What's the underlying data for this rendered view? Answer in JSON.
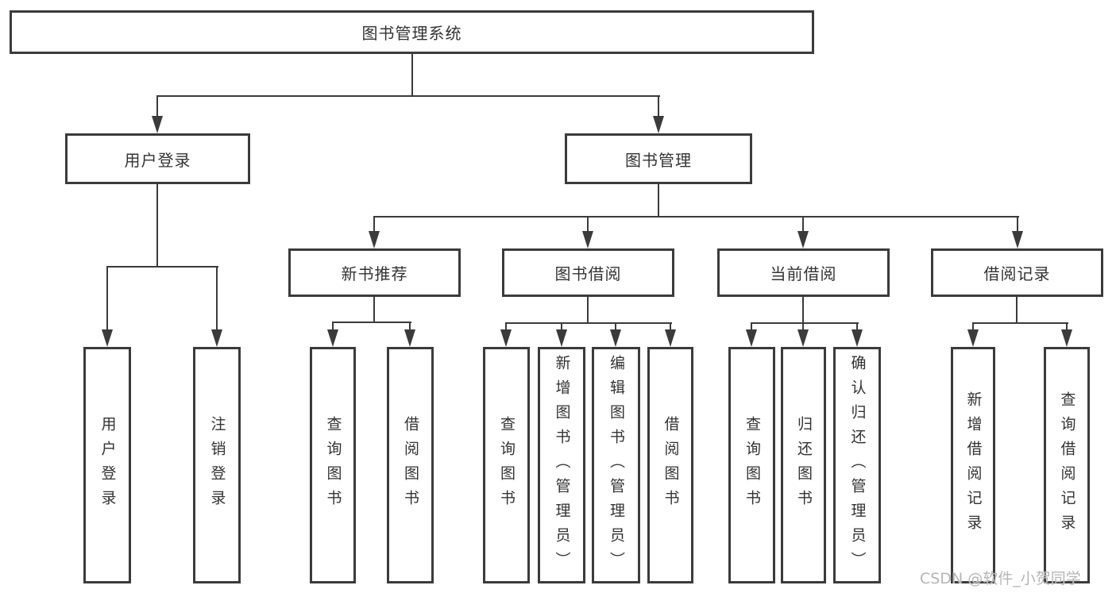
{
  "tree": {
    "label": "图书管理系统",
    "children": [
      {
        "label": "用户登录",
        "children": [
          {
            "label": "用户登录"
          },
          {
            "label": "注销登录"
          }
        ]
      },
      {
        "label": "图书管理",
        "children": [
          {
            "label": "新书推荐",
            "children": [
              {
                "label": "查询图书"
              },
              {
                "label": "借阅图书"
              }
            ]
          },
          {
            "label": "图书借阅",
            "children": [
              {
                "label": "查询图书"
              },
              {
                "label": "新增图书（管理员）"
              },
              {
                "label": "编辑图书（管理员）"
              },
              {
                "label": "借阅图书"
              }
            ]
          },
          {
            "label": "当前借阅",
            "children": [
              {
                "label": "查询图书"
              },
              {
                "label": "归还图书"
              },
              {
                "label": "确认归还（管理员）"
              }
            ]
          },
          {
            "label": "借阅记录",
            "children": [
              {
                "label": "新增借阅记录"
              },
              {
                "label": "查询借阅记录"
              }
            ]
          }
        ]
      }
    ]
  },
  "watermark": {
    "text": "CSDN @软件_小贺同学"
  },
  "colors": {
    "background": "#ffffff",
    "line": "#3b3b3b",
    "box_border": "#3b3b3b",
    "text": "#333333",
    "watermark": "#b5b5b5"
  }
}
